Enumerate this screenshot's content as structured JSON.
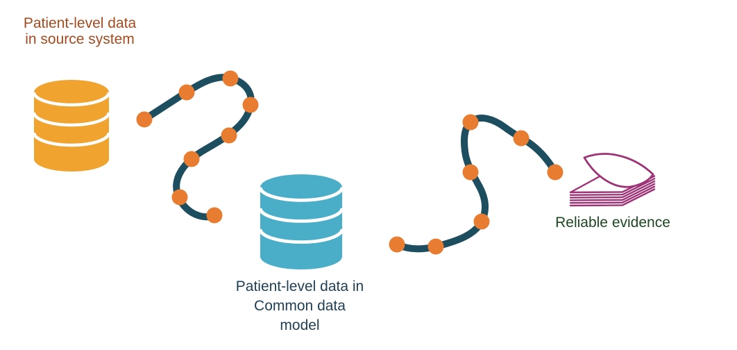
{
  "diagram": {
    "background_color": "#FFFFFF",
    "nodes": [
      {
        "id": "source-database",
        "icon": "database-icon",
        "icon_color": "#F0A32F",
        "label_lines": [
          "Patient-level data",
          "in source system"
        ],
        "label_color": "#A34B1F"
      },
      {
        "id": "common-data-model-database",
        "icon": "database-icon",
        "icon_color": "#4BAEC9",
        "label_lines": [
          "Patient-level data in",
          "Common data",
          "model"
        ],
        "label_color": "#1F3E53"
      },
      {
        "id": "reliable-evidence",
        "icon": "paper-stack-icon",
        "icon_color": "#9E3277",
        "label_lines": [
          "Reliable evidence"
        ],
        "label_color": "#1E4622"
      }
    ],
    "connectors": [
      {
        "id": "source-to-cdm",
        "type": "curved-journey-path-with-dots",
        "dot_count": 8,
        "line_color": "#1D4E5F",
        "dot_color": "#E87C30"
      },
      {
        "id": "cdm-to-evidence",
        "type": "curved-journey-path-with-dots",
        "dot_count": 7,
        "line_color": "#1D4E5F",
        "dot_color": "#E87C30"
      }
    ]
  },
  "colors": {
    "background": "#FFFFFF",
    "source_label": "#A34B1F",
    "cdm_label": "#1F3E53",
    "evidence_label": "#1E4622",
    "db_source": "#F0A32F",
    "db_cdm": "#4BAEC9",
    "path_line": "#1D4E5F",
    "path_dot": "#E87C30",
    "papers": "#9E3277"
  }
}
